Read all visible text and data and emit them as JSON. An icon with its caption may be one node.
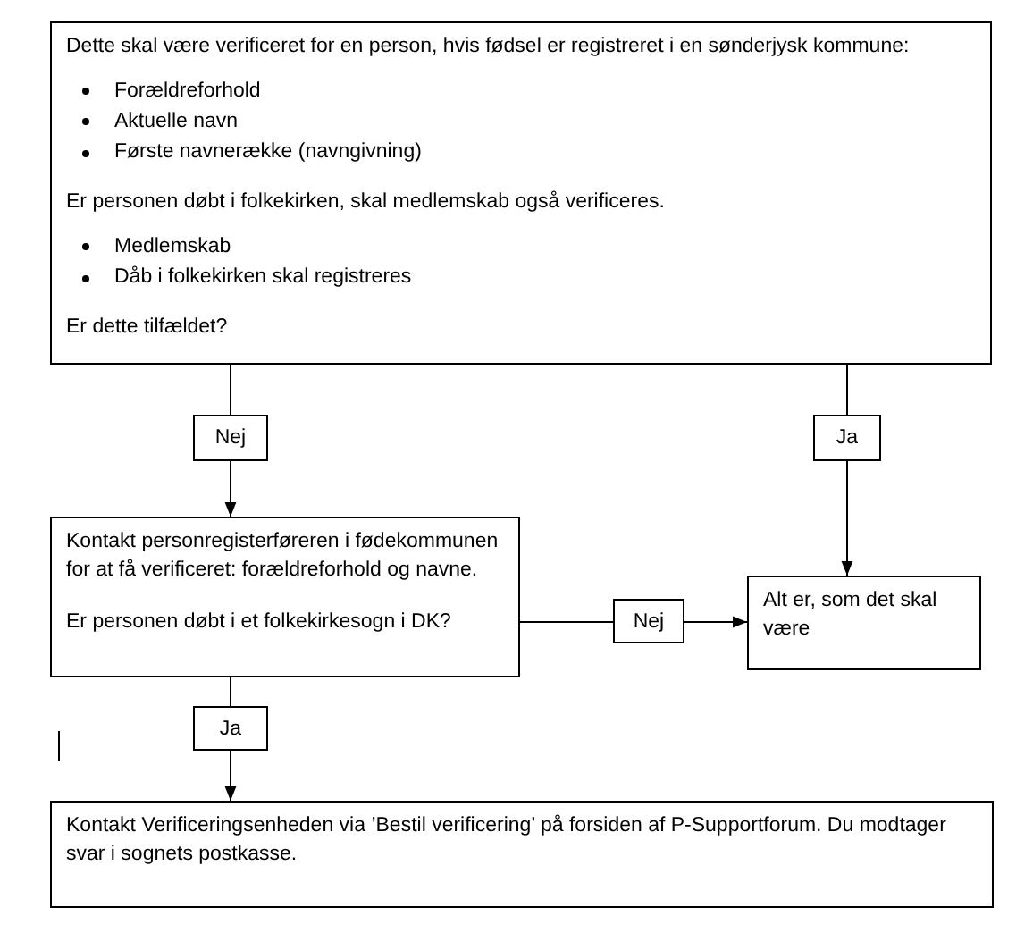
{
  "diagram": {
    "nodes": [
      {
        "text": [
          "Dette skal være verificeret for en person, hvis fødsel er registreret i en sønderjysk kommune:",
          "Forældreforhold",
          "Aktuelle navn",
          "Første navnerække (navngivning)",
          "Er personen døbt i folkekirken, skal medlemskab også verificeres.",
          "Medlemskab",
          "Dåb i folkekirken skal registreres",
          "Er dette tilfældet?"
        ]
      },
      {
        "text": [
          "Kontakt personregisterføreren i fødekommunen for at få verificeret: forældreforhold og navne.",
          "Er personen døbt i et folkekirkesogn i DK?"
        ]
      },
      {
        "text": [
          "Alt er, som det skal være"
        ]
      },
      {
        "text": [
          "Kontakt Verificeringsenheden via ’Bestil verificering’ på forsiden af P-Supportforum. Du modtager svar i sognets postkasse."
        ]
      }
    ],
    "edges": [
      {
        "from": 0,
        "to": 1,
        "arrow": "to",
        "label": "Nej"
      },
      {
        "from": 0,
        "to": 2,
        "arrow": "to",
        "label": "Ja"
      },
      {
        "from": 1,
        "to": 2,
        "arrow": "to",
        "label": "Nej"
      },
      {
        "from": 1,
        "to": 3,
        "arrow": "to",
        "label": "Ja"
      }
    ]
  }
}
